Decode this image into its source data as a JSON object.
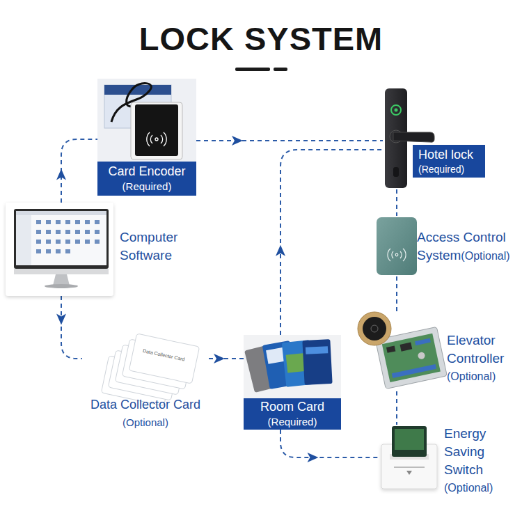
{
  "diagram": {
    "title": "LOCK SYSTEM",
    "nodes": [
      {
        "text": [
          "Card Encoder",
          "(Required)"
        ]
      },
      {
        "text": [
          "Hotel lock",
          "(Required)"
        ]
      },
      {
        "text": [
          "Computer Software"
        ]
      },
      {
        "text": [
          "Access Control System",
          "(Optional)"
        ]
      },
      {
        "text": [
          "Elevator Controller",
          "(Optional)"
        ]
      },
      {
        "text": [
          "Data Collector Card",
          "(Optional)"
        ]
      },
      {
        "text": [
          "Room Card",
          "(Required)"
        ]
      },
      {
        "text": [
          "Energy Saving Switch",
          "(Optional)"
        ]
      }
    ],
    "edges": [
      {
        "from": 2,
        "to": 0,
        "arrow": "to"
      },
      {
        "from": 0,
        "to": 1,
        "arrow": "to"
      },
      {
        "from": 2,
        "to": 5,
        "arrow": "to"
      },
      {
        "from": 5,
        "to": 6,
        "arrow": "to"
      },
      {
        "from": 6,
        "to": 1,
        "arrow": "to"
      },
      {
        "from": 6,
        "to": 7,
        "arrow": "to"
      },
      {
        "from": 1,
        "to": 3,
        "arrow": "none"
      },
      {
        "from": 3,
        "to": 4,
        "arrow": "none"
      },
      {
        "from": 4,
        "to": 7,
        "arrow": "none"
      }
    ],
    "labels": [
      "Data Collector Card"
    ]
  }
}
